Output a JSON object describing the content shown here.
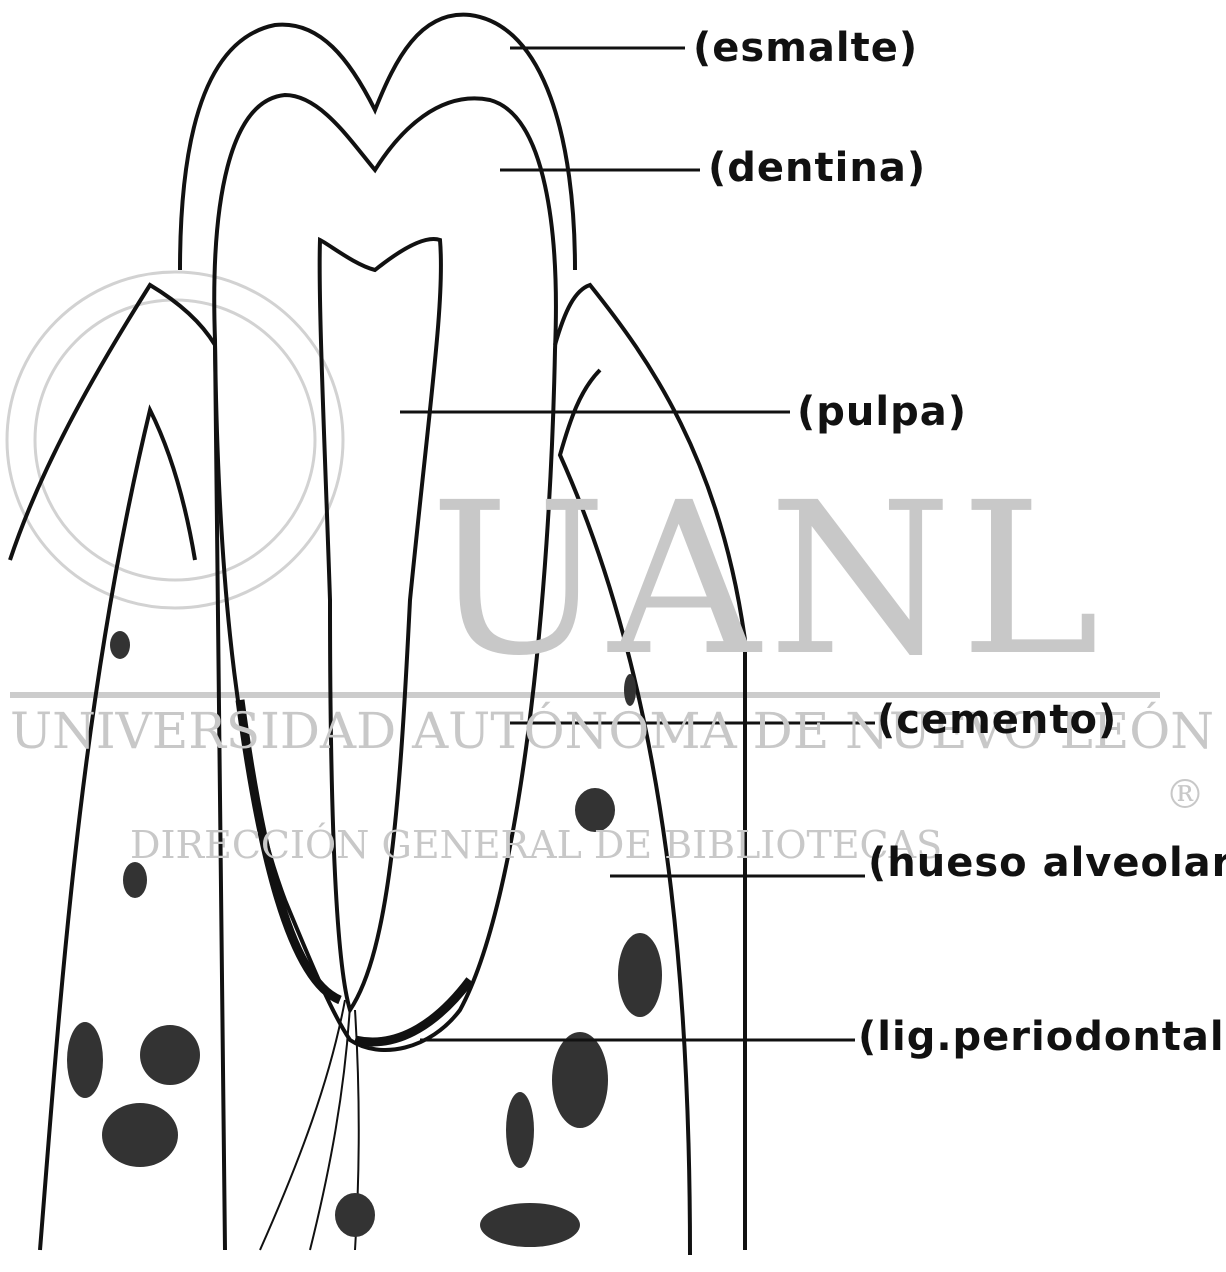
{
  "labels": {
    "esmalte": "(esmalte)",
    "dentina": "(dentina)",
    "pulpa": "(pulpa)",
    "cemento": "(cemento)",
    "hueso": "(hueso alveolar)",
    "ligamento": "(lig.periodontal)"
  },
  "watermark": {
    "logo": "UANL",
    "university": "UNIVERSIDAD AUTÓNOMA DE NUEVO LEÓN",
    "library": "DIRECCIÓN GENERAL DE BIBLIOTECAS",
    "registered": "®"
  },
  "colors": {
    "ink": "#111111",
    "watermark": "#c8c8c8"
  }
}
